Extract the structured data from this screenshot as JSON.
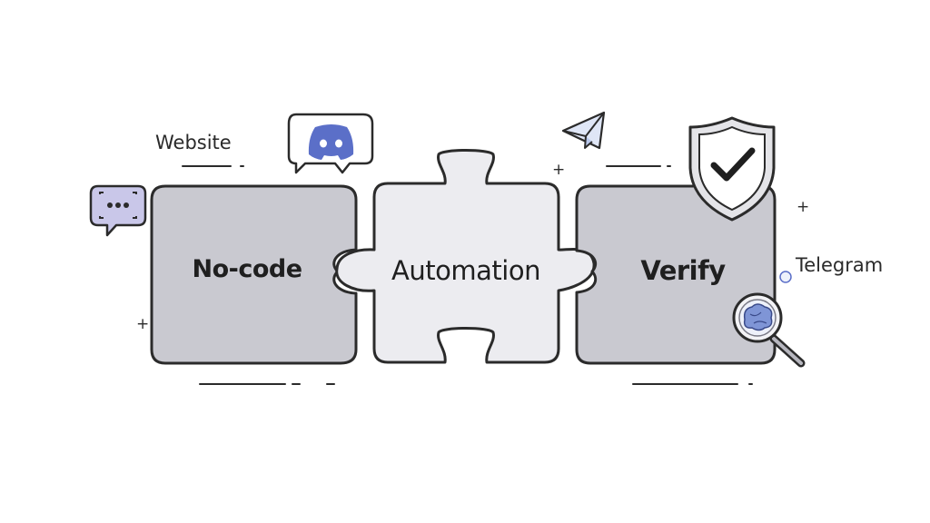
{
  "labels": {
    "website": "Website",
    "telegram": "Telegram"
  },
  "pieces": {
    "left": "No-code",
    "middle": "Automation",
    "right": "Verify"
  },
  "decorations": {
    "plus": "+"
  },
  "icons": {
    "chat": "chat-bubble-icon",
    "discord": "discord-icon",
    "plane": "paper-plane-icon",
    "shield": "shield-check-icon",
    "magnifier": "magnifier-brain-icon"
  },
  "colors": {
    "outline": "#2b2b2b",
    "piece_dark": "#c9c9d0",
    "piece_light": "#ececf0",
    "accent_blue": "#5b6fc8",
    "accent_purple": "#c9c7e9"
  }
}
